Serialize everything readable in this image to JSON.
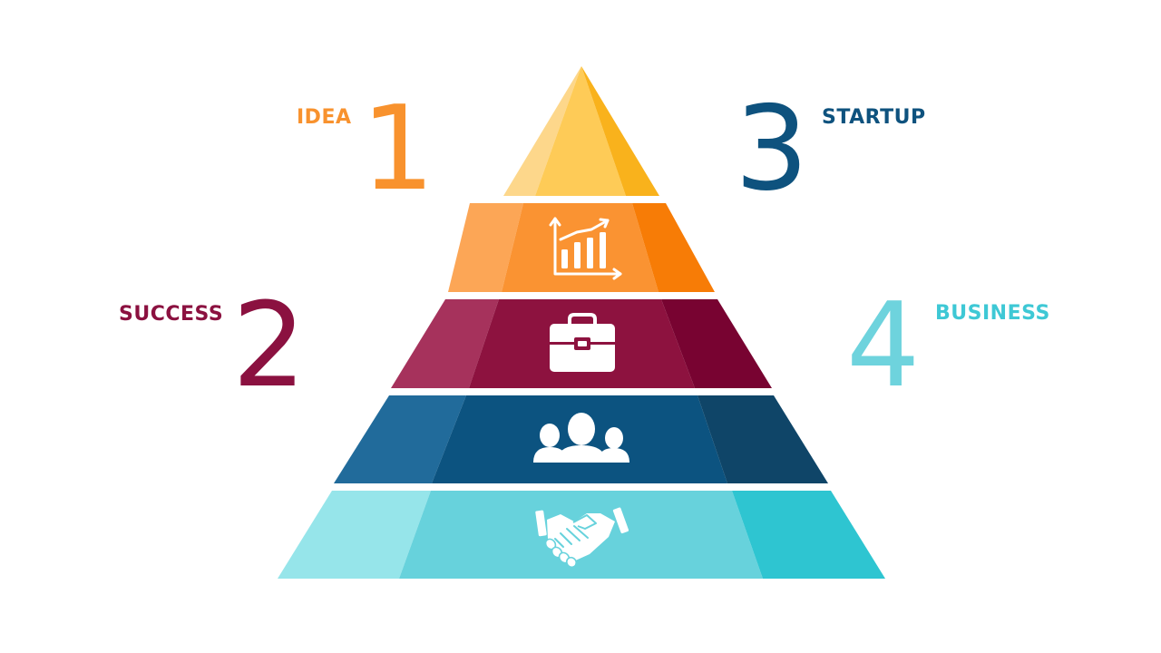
{
  "diagram": {
    "type": "pyramid",
    "colors": {
      "idea": "#F8922E",
      "success": "#8B1140",
      "startup": "#0E527E",
      "business": "#3EC8D5"
    },
    "callouts": [
      {
        "id": "idea",
        "label": "IDEA",
        "number": "1",
        "color": "#F8922E"
      },
      {
        "id": "success",
        "label": "SUCCESS",
        "number": "2",
        "color": "#8B1140"
      },
      {
        "id": "startup",
        "label": "STARTUP",
        "number": "3",
        "color": "#0E527E"
      },
      {
        "id": "business",
        "label": "BUSINESS",
        "number": "4",
        "color": "#3EC8D5"
      }
    ],
    "levels": [
      {
        "icon": "",
        "colors": {
          "left": "#FDD78B",
          "mid": "#FECB57",
          "right": "#F9B21C"
        }
      },
      {
        "icon": "bar-chart-icon",
        "colors": {
          "left": "#FCA656",
          "mid": "#FA9332",
          "right": "#F77C06"
        }
      },
      {
        "icon": "briefcase-icon",
        "colors": {
          "left": "#A6325C",
          "mid": "#8D123F",
          "right": "#780331"
        }
      },
      {
        "icon": "people-icon",
        "colors": {
          "left": "#216B9B",
          "mid": "#0C5380",
          "right": "#0F4568"
        }
      },
      {
        "icon": "handshake-icon",
        "colors": {
          "left": "#96E5EA",
          "mid": "#67D2DC",
          "right": "#2EC5D1"
        }
      }
    ]
  }
}
